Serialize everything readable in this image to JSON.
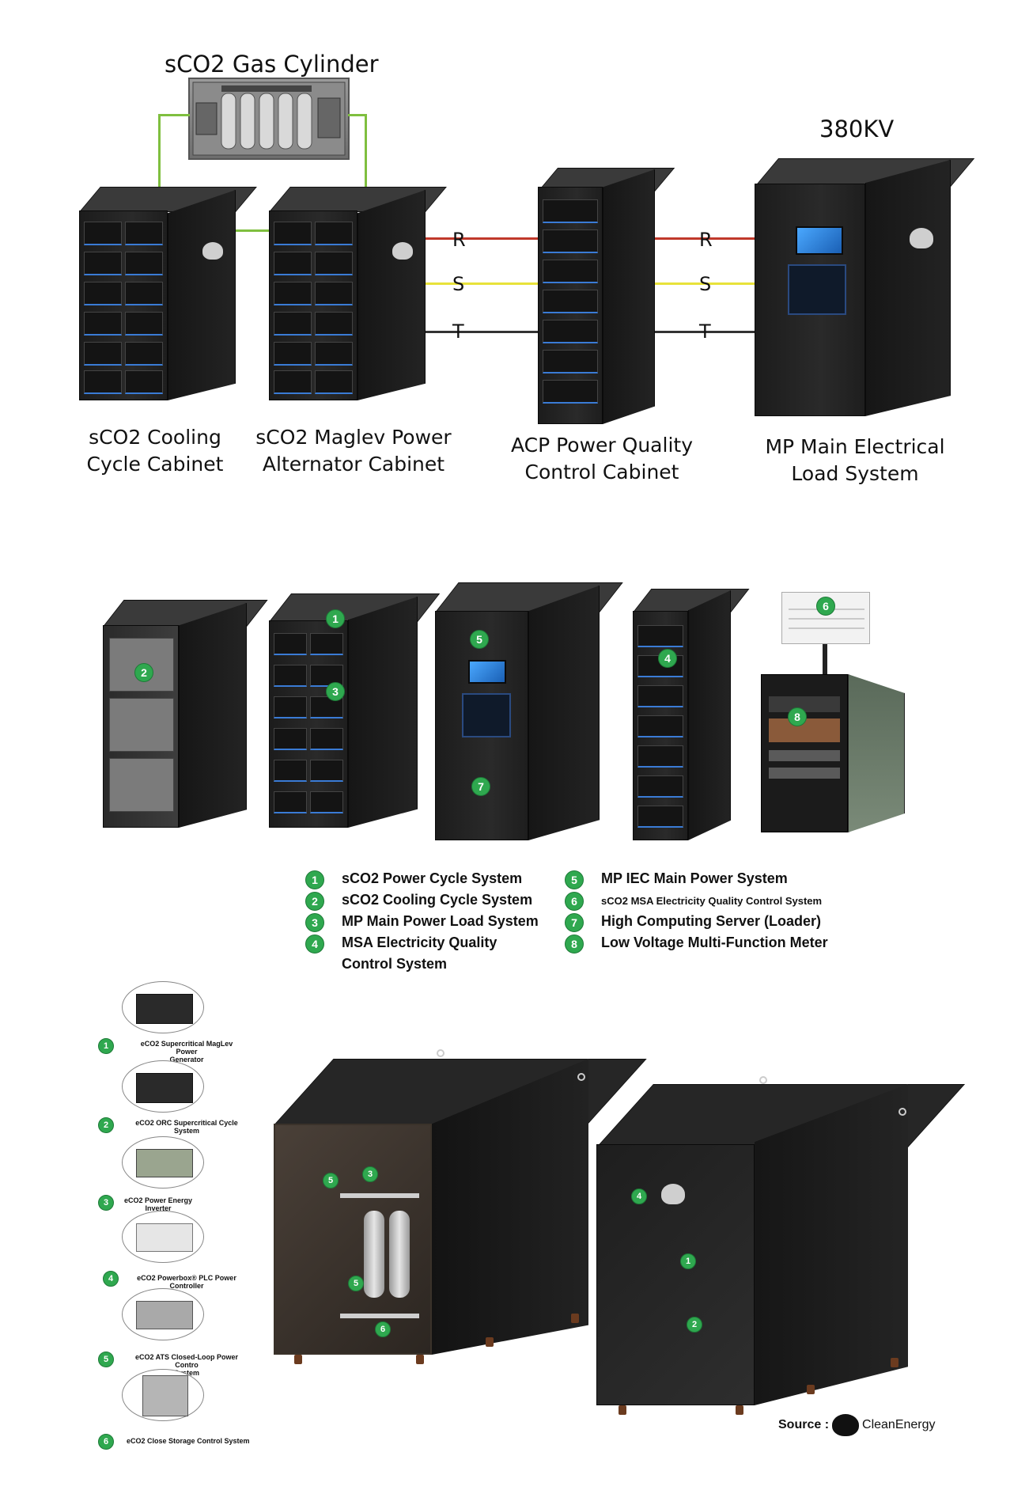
{
  "top_diagram": {
    "gas_cylinder_title": "sCO2 Gas Cylinder",
    "voltage_label": "380KV",
    "phases_left": [
      "R",
      "S",
      "T"
    ],
    "phases_right": [
      "R",
      "S",
      "T"
    ],
    "phase_colors": [
      "#c0392b",
      "#e8e23a",
      "#333333"
    ],
    "pipe_color": "#7fbf3f",
    "cabinets": [
      {
        "line1": "sCO2 Cooling",
        "line2": "Cycle Cabinet"
      },
      {
        "line1": "sCO2 Maglev Power",
        "line2": "Alternator Cabinet"
      },
      {
        "line1": "ACP Power Quality",
        "line2": "Control Cabinet"
      },
      {
        "line1": "MP Main Electrical",
        "line2": "Load System"
      }
    ]
  },
  "middle_diagram": {
    "badges": [
      "1",
      "2",
      "3",
      "4",
      "5",
      "6",
      "7",
      "8"
    ],
    "legend": [
      {
        "num": "1",
        "text": "sCO2 Power Cycle System"
      },
      {
        "num": "2",
        "text": "sCO2 Cooling Cycle System"
      },
      {
        "num": "3",
        "text": "MP Main Power Load System"
      },
      {
        "num": "4",
        "text": "MSA Electricity Quality",
        "text2": "Control System"
      },
      {
        "num": "5",
        "text": "MP IEC Main Power System"
      },
      {
        "num": "6",
        "text": "sCO2 MSA Electricity Quality Control  System"
      },
      {
        "num": "7",
        "text": "High Computing Server (Loader)"
      },
      {
        "num": "8",
        "text": "Low Voltage Multi-Function Meter"
      }
    ]
  },
  "bottom_diagram": {
    "parts": [
      {
        "num": "1",
        "line1": "eCO2 Supercritical MagLev Power",
        "line2": "Generator"
      },
      {
        "num": "2",
        "line1": "eCO2 ORC Supercritical Cycle",
        "line2": "System"
      },
      {
        "num": "3",
        "line1": "eCO2 Power Energy",
        "line2": "Inverter"
      },
      {
        "num": "4",
        "line1": "eCO2 Powerbox® PLC Power",
        "line2": "Controller"
      },
      {
        "num": "5",
        "line1": "eCO2 ATS Closed-Loop Power Contro",
        "line2": "System"
      },
      {
        "num": "6",
        "line1": "eCO2 Close Storage Control System",
        "line2": ""
      }
    ],
    "left_unit_badges": [
      "5",
      "3",
      "5",
      "6"
    ],
    "right_unit_badges": [
      "4",
      "1",
      "2"
    ],
    "source_prefix": "Source :",
    "source_brand": "CleanEnergy"
  }
}
